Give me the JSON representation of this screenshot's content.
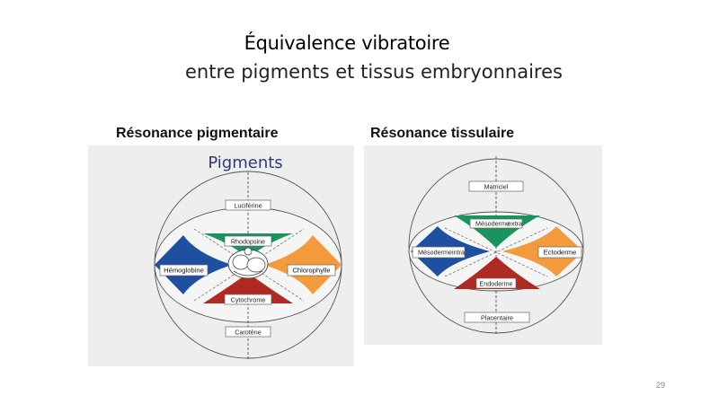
{
  "slide": {
    "title": "Équivalence vibratoire",
    "subtitle": "entre pigments et tissus embryonnaires",
    "page_number": "29"
  },
  "left": {
    "heading": "Résonance pigmentaire",
    "diagram_title": "Pigments",
    "top": "Luciférine",
    "bottom": "Carotène",
    "up": "Rhodopsine",
    "down": "Cytochrome",
    "left": "Hémoglobine",
    "right": "Chlorophylle"
  },
  "right": {
    "heading": "Résonance tissulaire",
    "top": "Matriciel",
    "bottom": "Placentaire",
    "up": "Mésoderme",
    "up_sub": "extra",
    "down": "Endoderme",
    "left": "Mésoderme",
    "left_sub": "intra",
    "right": "Ectoderme"
  },
  "colors": {
    "green": "#1a9360",
    "blue": "#1f4fa0",
    "orange": "#f39a3c",
    "red": "#b02a24",
    "title_navy": "#2d3a7c"
  }
}
